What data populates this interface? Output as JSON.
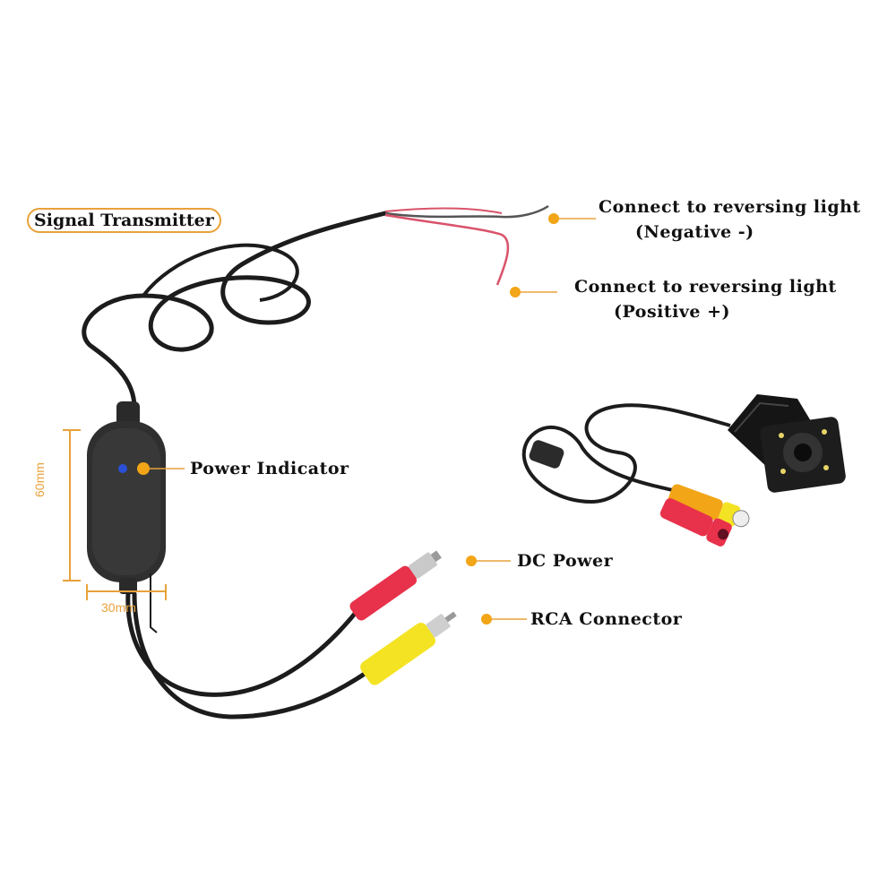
{
  "title": "Signal Transmitter",
  "callouts": {
    "negative_line1": "Connect to reversing light",
    "negative_line2": "(Negative -)",
    "positive_line1": "Connect to reversing light",
    "positive_line2": "(Positive +)",
    "power_indicator": "Power Indicator",
    "dc_power": "DC Power",
    "rca_connector": "RCA Connector"
  },
  "dimensions": {
    "height": "60mm",
    "width": "30mm"
  },
  "colors": {
    "accent": "#e8a23a",
    "cable": "#1c1c1c",
    "red_plug": "#e8314a",
    "yellow_plug": "#f4e323",
    "led": "#2a4fd6"
  }
}
